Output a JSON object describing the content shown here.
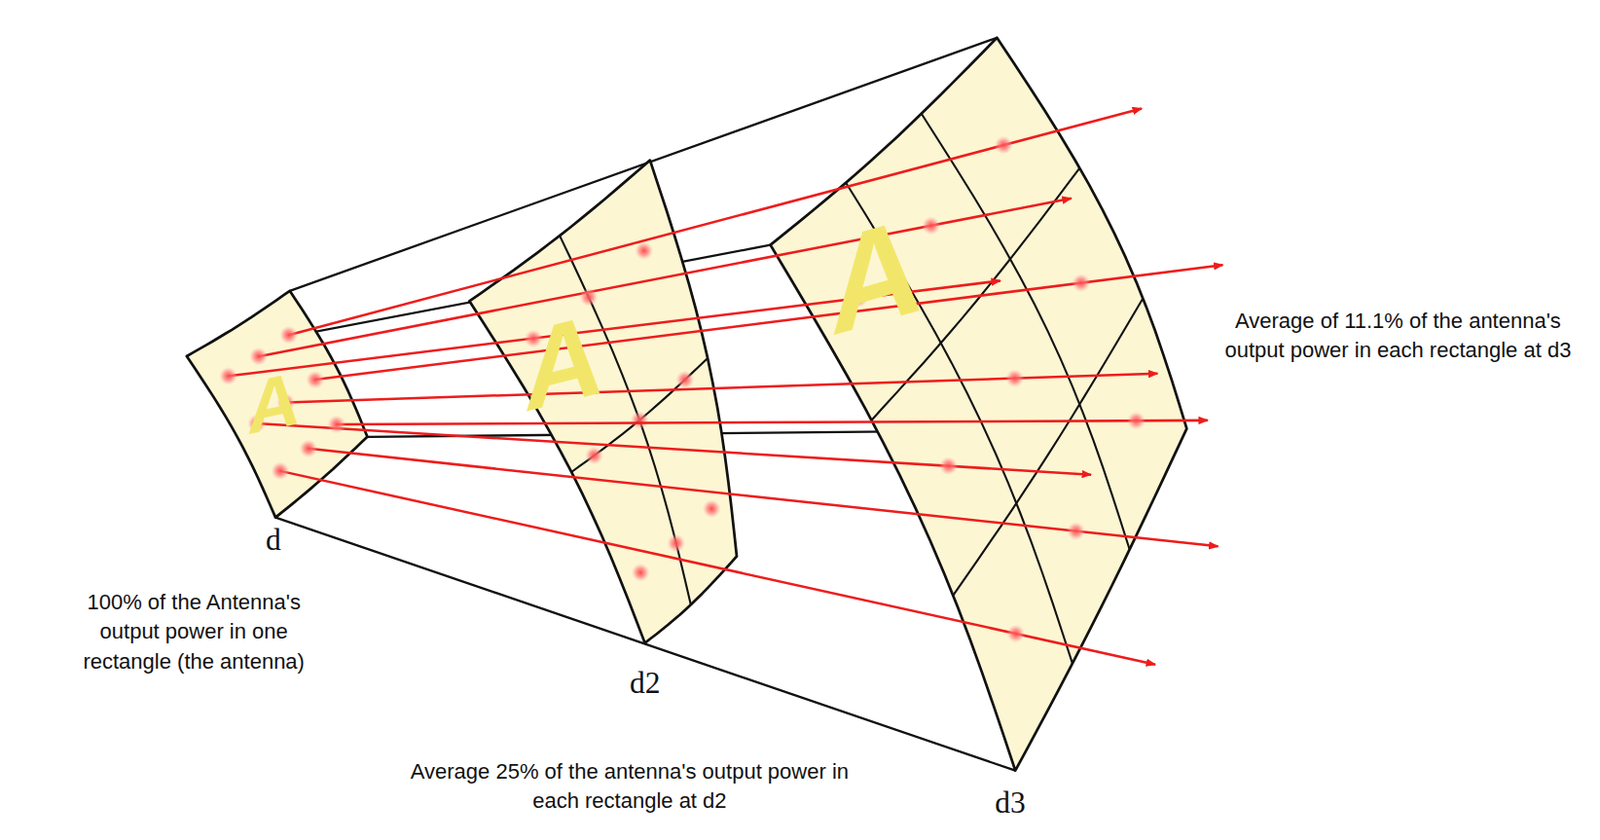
{
  "diagram": {
    "labels": [
      "d",
      "100% of the Antenna's output power in one rectangle (the antenna)",
      "d2",
      "Average 25% of the antenna's output power in each rectangle at d2",
      "d3",
      "Average of 11.1% of the antenna's output power in each rectangle at d3",
      "A",
      "A",
      "A"
    ]
  }
}
